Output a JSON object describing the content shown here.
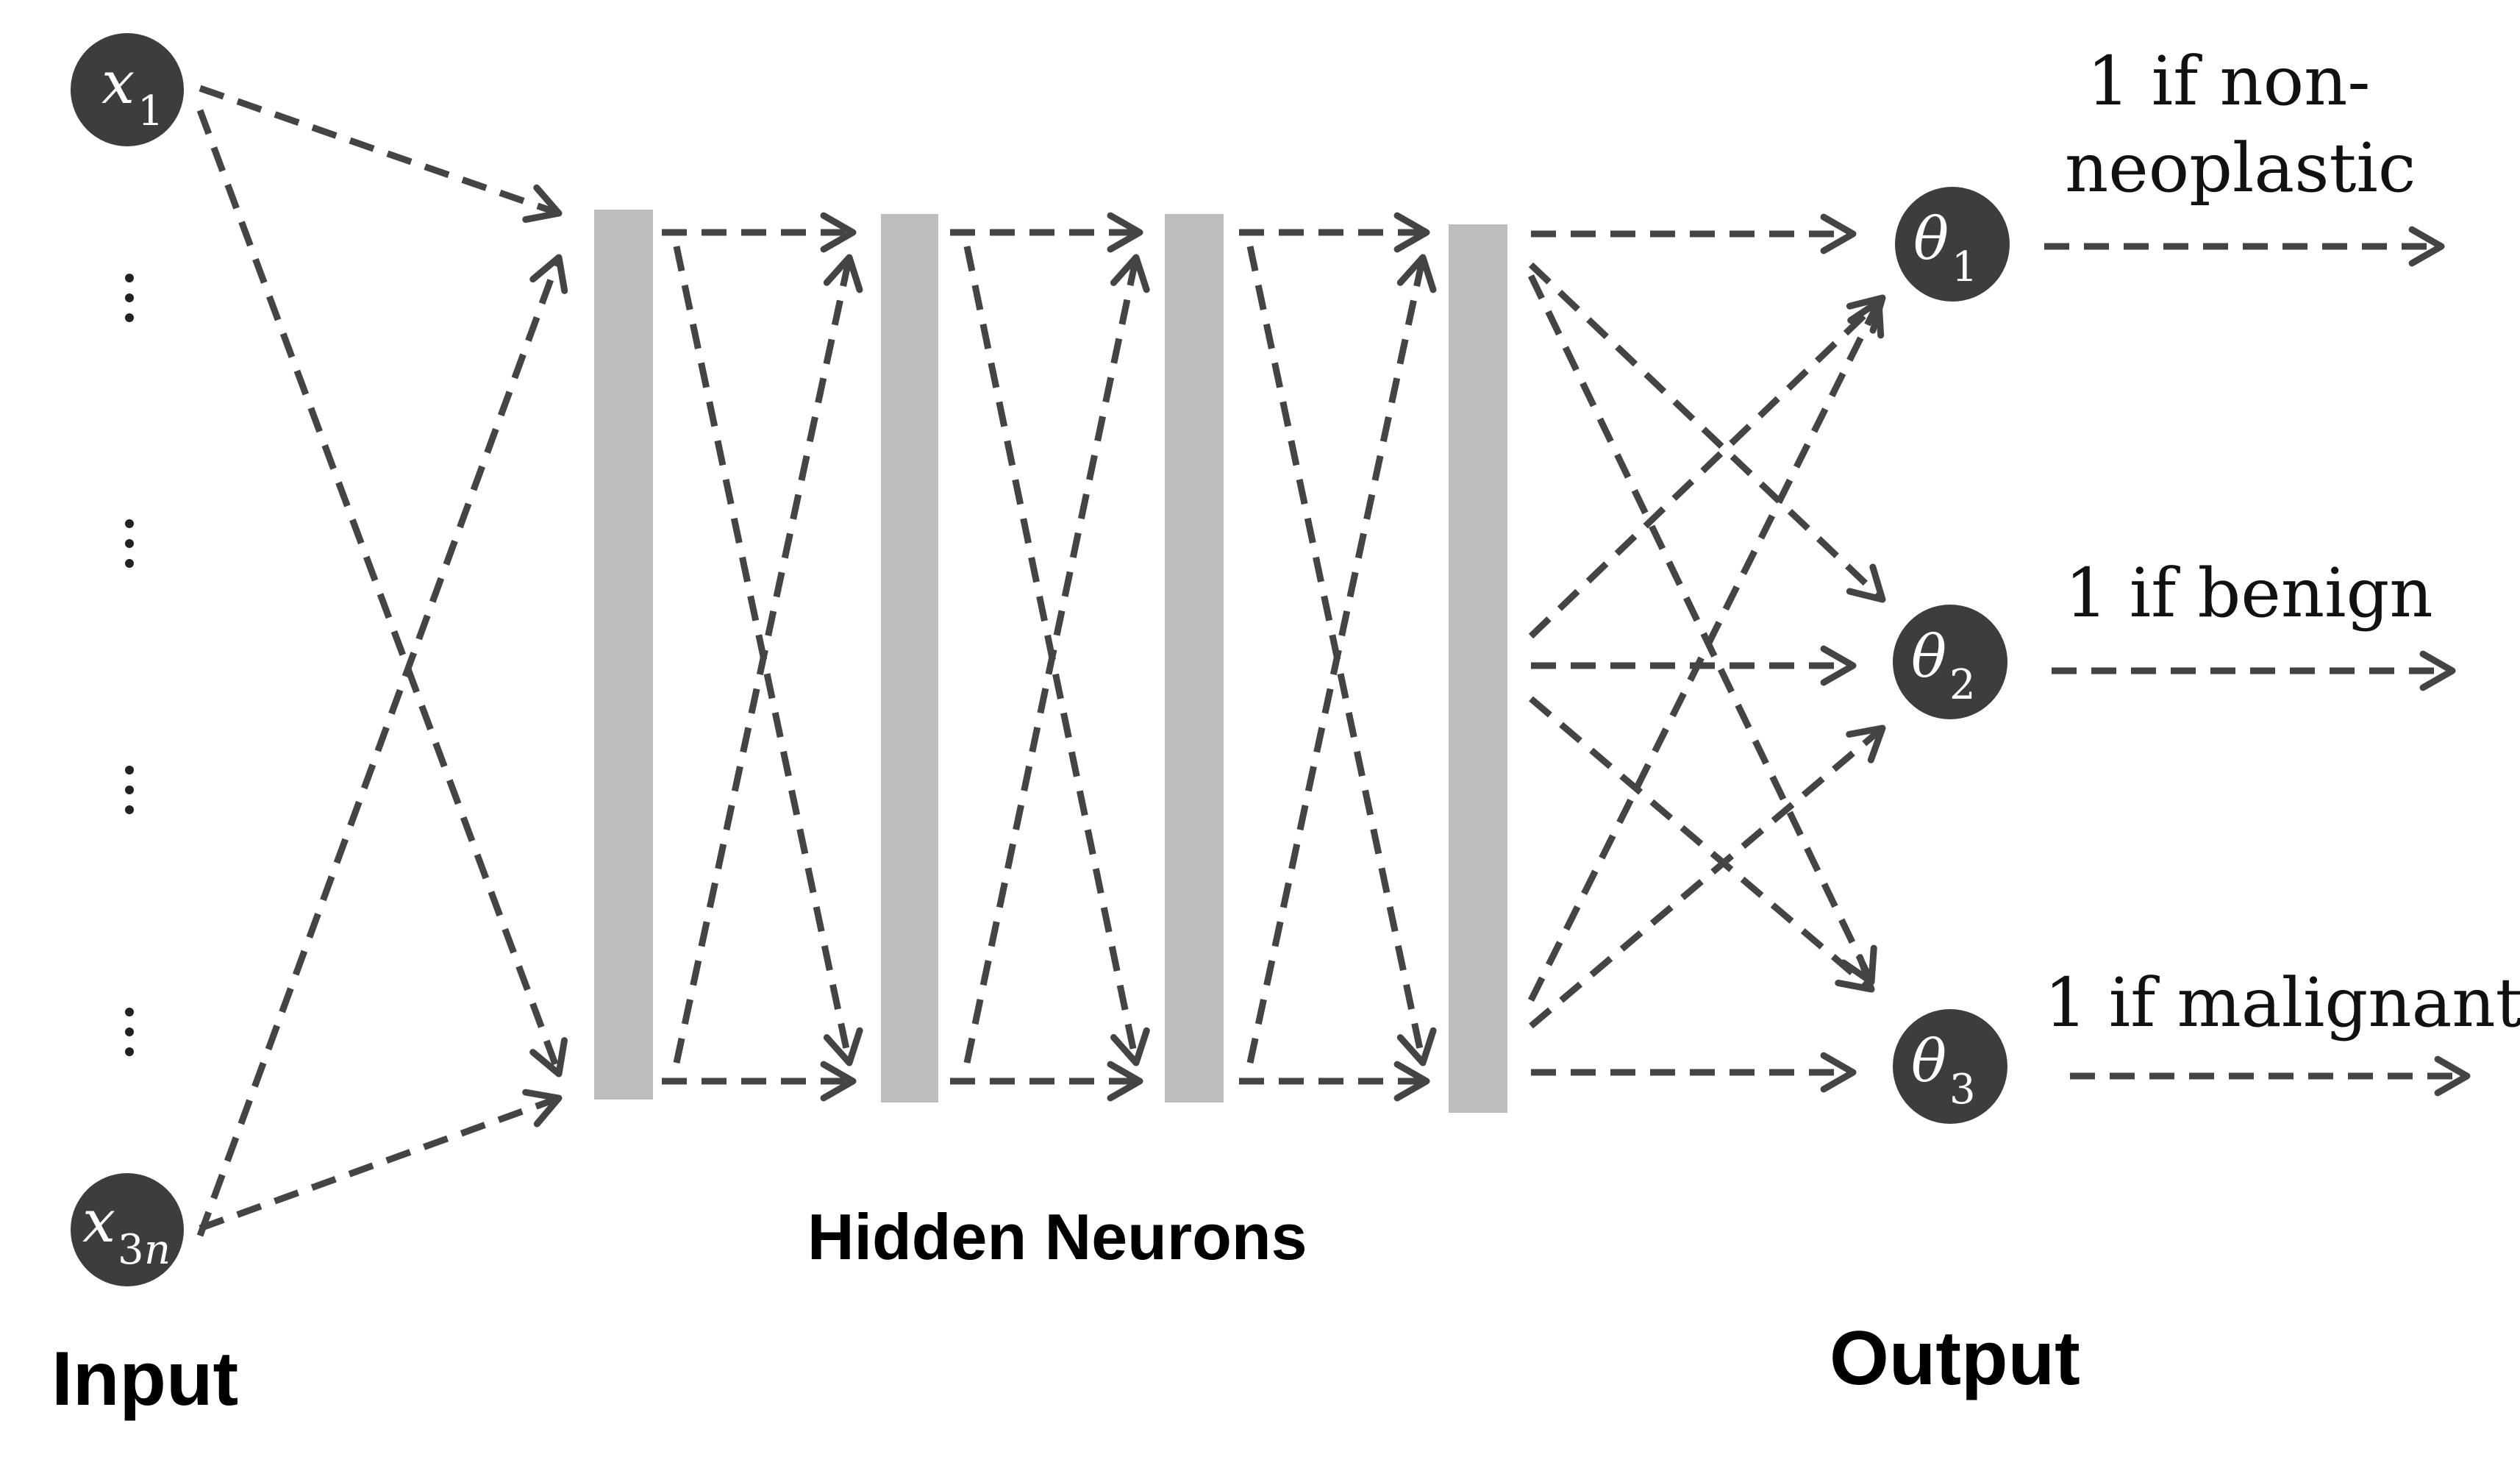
{
  "inputs": {
    "first": {
      "base": "x",
      "sub": "1"
    },
    "last": {
      "base": "x",
      "sub": "3",
      "sub_italic": "n"
    }
  },
  "outputs": [
    {
      "symbol": "θ",
      "sub": "1",
      "lines": [
        "1 if non-",
        "neoplastic"
      ]
    },
    {
      "symbol": "θ",
      "sub": "2",
      "lines": [
        "1 if benign"
      ]
    },
    {
      "symbol": "θ",
      "sub": "3",
      "lines": [
        "1 if malignant"
      ]
    }
  ],
  "labels": {
    "input": "Input",
    "hidden": "Hidden Neurons",
    "output": "Output"
  },
  "colors": {
    "node": "#3d3d3d",
    "bar": "#bdbdbd",
    "edge": "#444444"
  }
}
